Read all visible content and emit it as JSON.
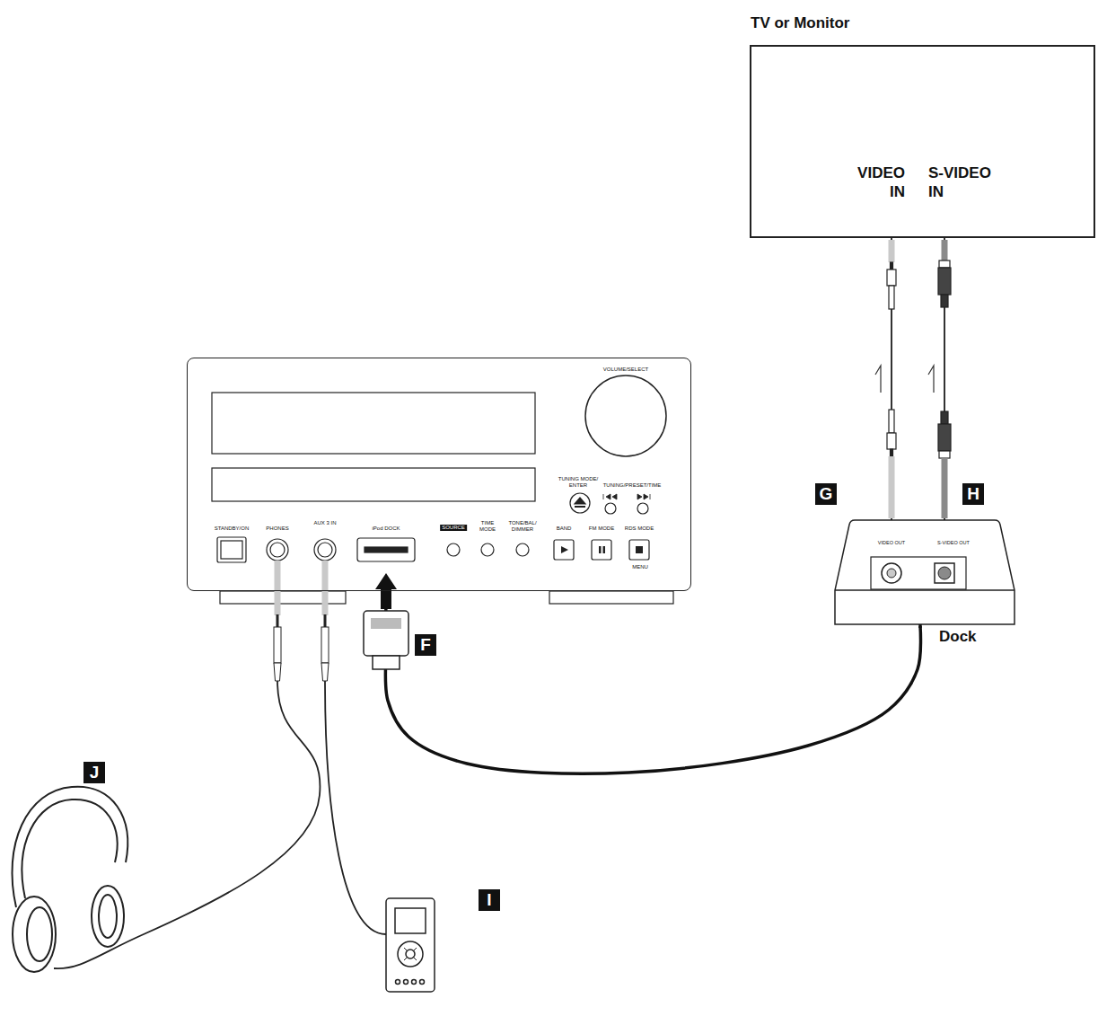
{
  "diagram": {
    "nodes": [
      {
        "text": [
          "TV or Monitor",
          "VIDEO IN",
          "S-VIDEO IN"
        ]
      },
      {
        "text": [
          "VOLUME/SELECT",
          "TUNING MODE/ ENTER",
          "TUNING/PRESET/TIME",
          "STANDBY/ON",
          "PHONES",
          "AUX 3 IN",
          "iPod DOCK",
          "SOURCE",
          "TIME MODE",
          "TONE/BAL/ DIMMER",
          "BAND",
          "FM MODE",
          "RDS MODE",
          "MENU"
        ]
      },
      {
        "text": [
          "VIDEO OUT",
          "S-VIDEO OUT",
          "Dock"
        ]
      }
    ],
    "edges": [
      {
        "from": 2,
        "to": 0,
        "arrow": "to"
      },
      {
        "from": 2,
        "to": 0,
        "arrow": "to"
      },
      {
        "from": 2,
        "to": 1,
        "arrow": "to"
      }
    ],
    "labels": [
      "F",
      "G",
      "H",
      "I",
      "J"
    ]
  }
}
